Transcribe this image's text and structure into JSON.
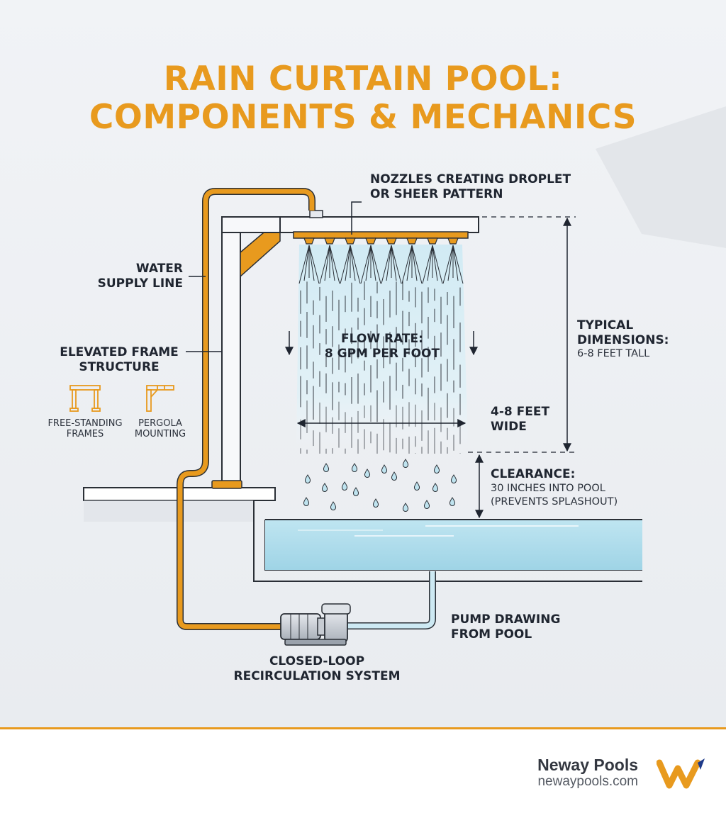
{
  "title": {
    "line1": "RAIN CURTAIN POOL:",
    "line2": "COMPONENTS & MECHANICS"
  },
  "labels": {
    "nozzles": {
      "line1": "NOZZLES CREATING DROPLET",
      "line2": "OR SHEER PATTERN"
    },
    "water_supply": {
      "line1": "WATER",
      "line2": "SUPPLY LINE"
    },
    "frame": {
      "line1": "ELEVATED FRAME",
      "line2": "STRUCTURE"
    },
    "free_standing": {
      "line1": "FREE-STANDING",
      "line2": "FRAMES"
    },
    "pergola": {
      "line1": "PERGOLA",
      "line2": "MOUNTING"
    },
    "flow_rate": {
      "line1": "FLOW RATE:",
      "line2": "8 GPM PER FOOT"
    },
    "dimensions": {
      "line1": "TYPICAL",
      "line2": "DIMENSIONS:",
      "detail": "6-8 FEET TALL"
    },
    "width": {
      "line1": "4-8 FEET",
      "line2": "WIDE"
    },
    "clearance": {
      "title": "CLEARANCE:",
      "line1": "30 INCHES INTO POOL",
      "line2": "(PREVENTS SPLASHOUT)"
    },
    "pump": {
      "line1": "PUMP DRAWING",
      "line2": "FROM POOL"
    },
    "recirculation": {
      "line1": "CLOSED-LOOP",
      "line2": "RECIRCULATION SYSTEM"
    }
  },
  "brand": {
    "name": "Neway Pools",
    "url": "newaypools.com"
  },
  "colors": {
    "accent": "#E89A1E",
    "text": "#1f2530",
    "water": "#a9dcea",
    "pipe_blue": "#cde9f3"
  }
}
